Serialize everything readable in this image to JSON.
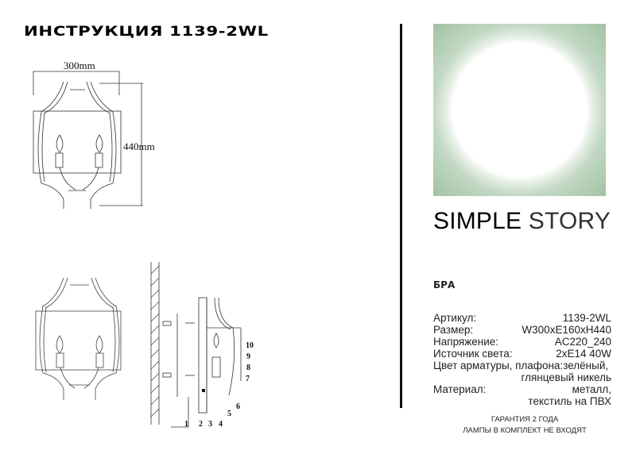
{
  "header": {
    "title": "ИНСТРУКЦИЯ 1139-2WL"
  },
  "drawing_front": {
    "width_label": "300mm",
    "height_label": "440mm"
  },
  "drawing_side": {
    "part_numbers": [
      "1",
      "2",
      "3",
      "4",
      "5",
      "6",
      "7",
      "8",
      "9",
      "10"
    ]
  },
  "brand": {
    "part1": "SIMPLE",
    "part2": "STORY"
  },
  "swatch": {
    "color": "#a3c4a6",
    "icon": "lampshade-circle-icon"
  },
  "product_type": "БРА",
  "specs": [
    {
      "label": "Артикул:",
      "value": "1139-2WL"
    },
    {
      "label": "Размер:",
      "value": "W300xE160xH440"
    },
    {
      "label": "Напряжение:",
      "value": "AC220_240"
    },
    {
      "label": "Источник света:",
      "value": "2xE14 40W"
    },
    {
      "label": "Цвет арматуры, плафона:",
      "value": "зелёный,"
    },
    {
      "label": "",
      "value": "глянцевый никель"
    },
    {
      "label": "Материал:",
      "value": "металл,"
    },
    {
      "label": "",
      "value": "текстиль на ПВХ"
    }
  ],
  "footer": {
    "line1": "ГАРАНТИЯ 2 ГОДА",
    "line2": "ЛАМПЫ В КОМПЛЕКТ НЕ ВХОДЯТ"
  }
}
